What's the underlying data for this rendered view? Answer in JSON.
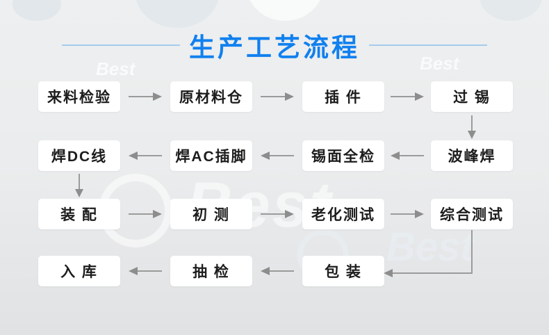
{
  "title": {
    "text": "生产工艺流程",
    "color": "#1080ef"
  },
  "colors": {
    "accent_blue": "#1080ef",
    "divider_blue": "#a6cbee",
    "arrow_gray": "#8d8d8d",
    "box_background": "#ffffff",
    "box_text": "#1c1c1c",
    "page_background": "#e7e9eb"
  },
  "watermark_brand": "Best",
  "flow": {
    "rows": [
      {
        "direction": "right",
        "boxes": [
          "来料检验",
          "原材料仓",
          "插 件",
          "过 锡"
        ]
      },
      {
        "direction": "left",
        "boxes": [
          "焊DC线",
          "焊AC插脚",
          "锡面全检",
          "波峰焊"
        ]
      },
      {
        "direction": "right",
        "boxes": [
          "装 配",
          "初 测",
          "老化测试",
          "综合测试"
        ]
      },
      {
        "direction": "left",
        "boxes": [
          "入 库",
          "抽 检",
          "包 装"
        ]
      }
    ],
    "connectors": [
      {
        "from": "过 锡",
        "to": "波峰焊",
        "shape": "down-arrow"
      },
      {
        "from": "焊DC线",
        "to": "装 配",
        "shape": "down-arrow"
      },
      {
        "from": "综合测试",
        "to": "包 装",
        "shape": "elbow-left-arrow"
      }
    ]
  }
}
